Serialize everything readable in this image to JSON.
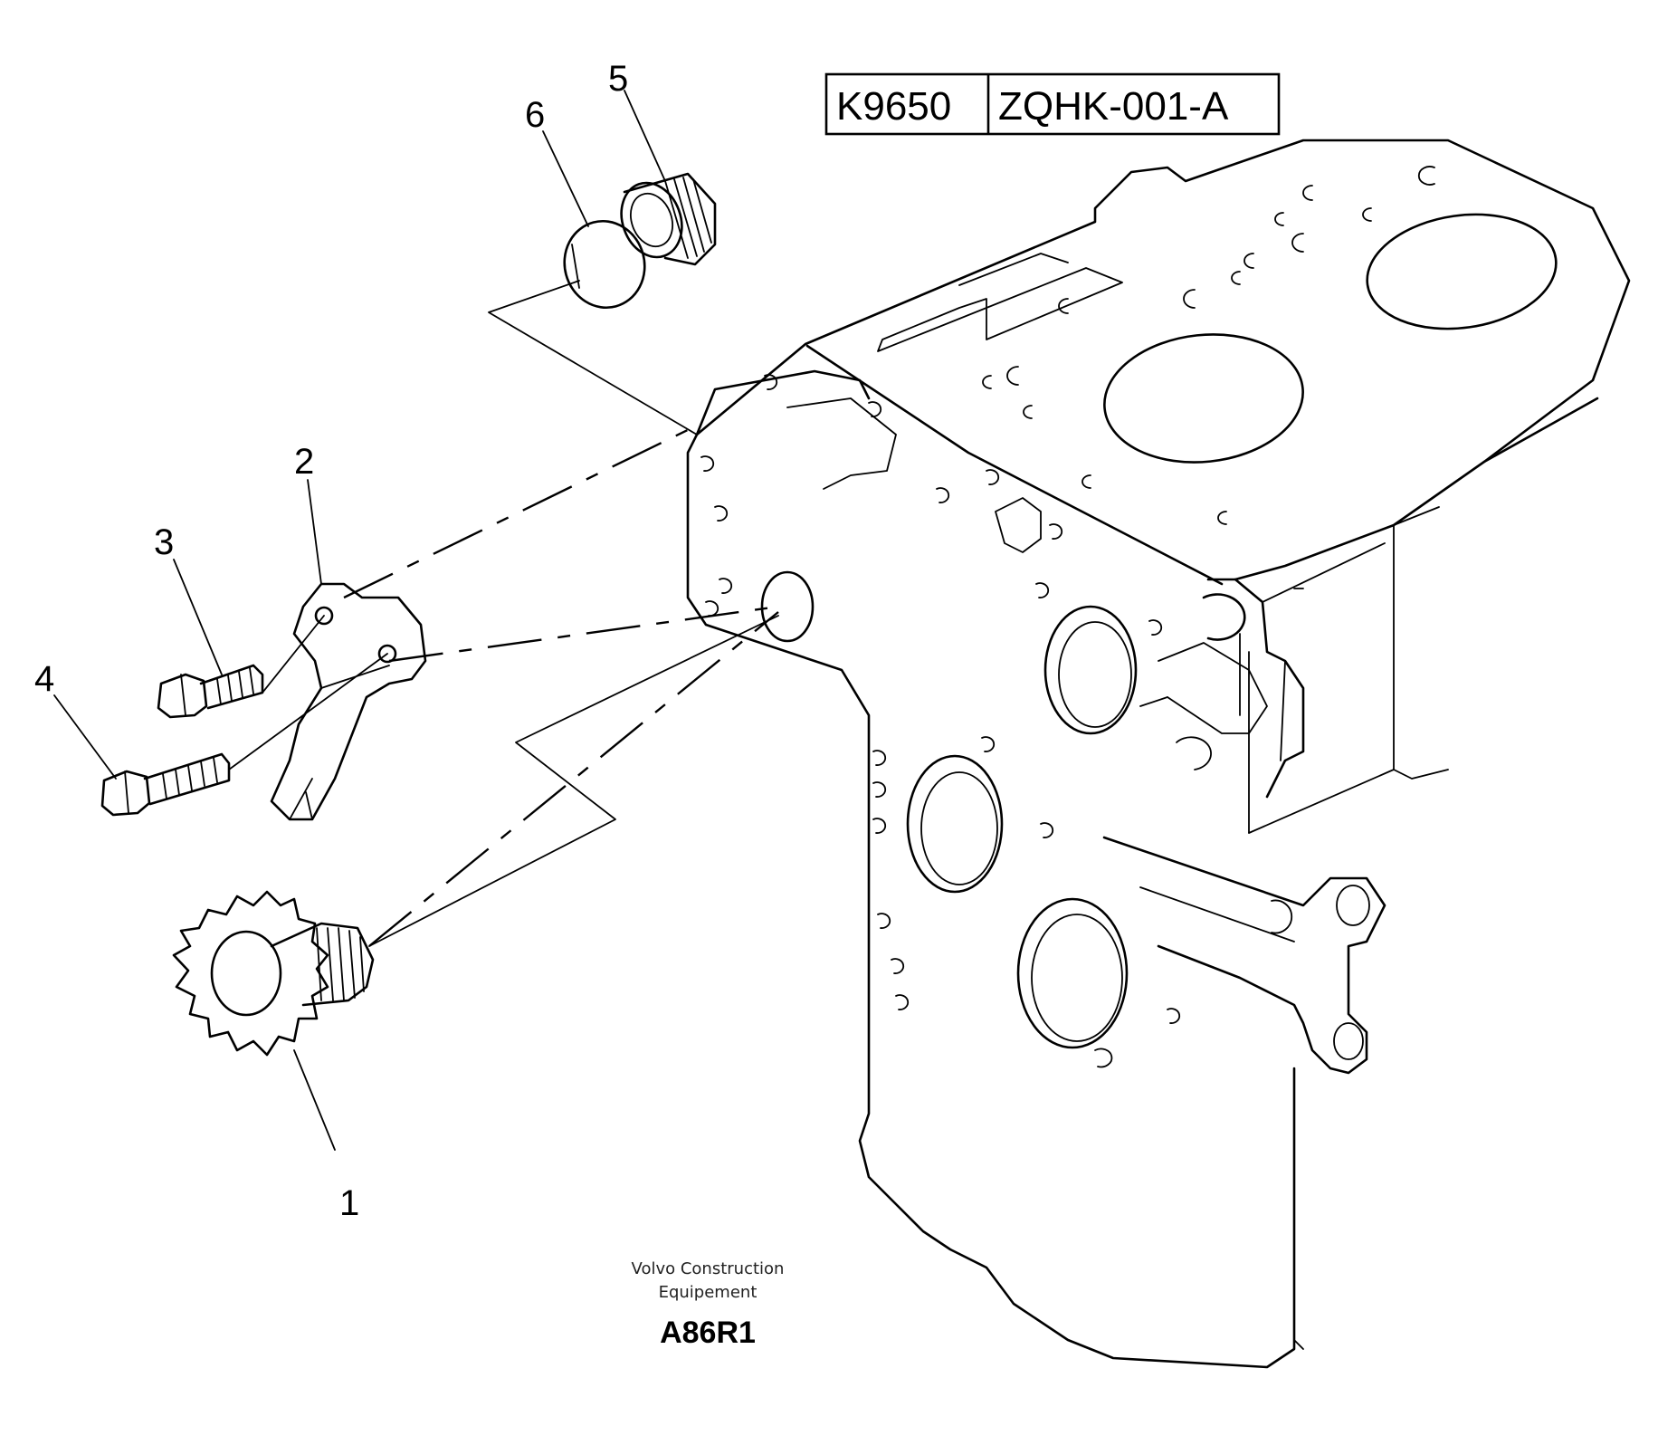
{
  "reference": {
    "code": "K9650",
    "group": "ZQHK-001-A"
  },
  "callouts": [
    {
      "id": "1",
      "label": "1"
    },
    {
      "id": "2",
      "label": "2"
    },
    {
      "id": "3",
      "label": "3"
    },
    {
      "id": "4",
      "label": "4"
    },
    {
      "id": "5",
      "label": "5"
    },
    {
      "id": "6",
      "label": "6"
    }
  ],
  "footer": {
    "company_line1": "Volvo Construction",
    "company_line2": "Equipement",
    "drawing_id": "A86R1"
  }
}
